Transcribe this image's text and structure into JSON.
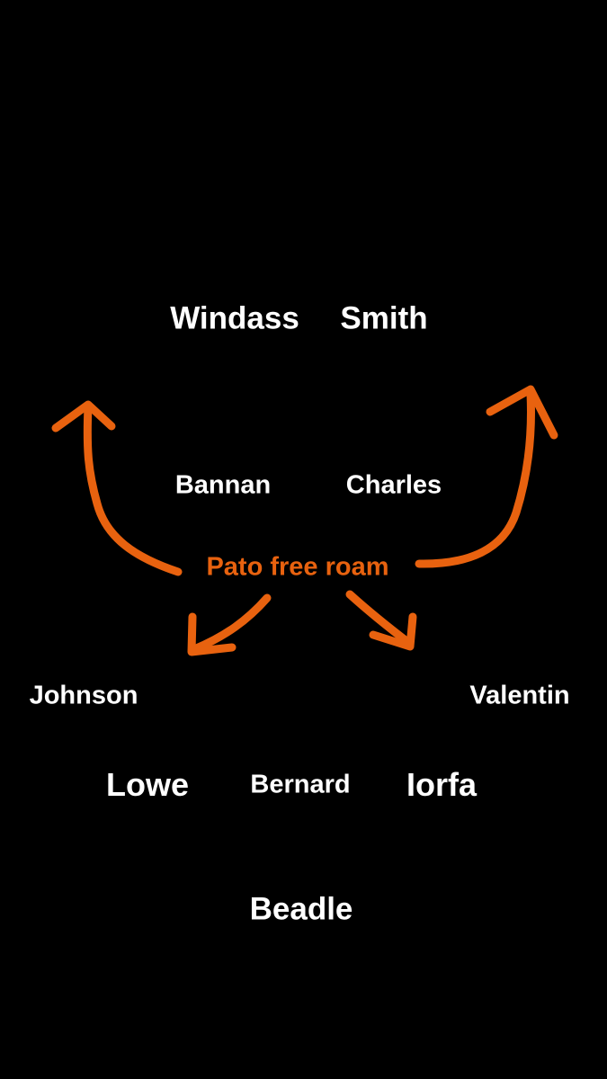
{
  "players": {
    "windass": "Windass",
    "smith": "Smith",
    "bannan": "Bannan",
    "charles": "Charles",
    "johnson": "Johnson",
    "valentin": "Valentin",
    "lowe": "Lowe",
    "bernard": "Bernard",
    "iorfa": "Iorfa",
    "beadle": "Beadle"
  },
  "annotation": {
    "label": "Pato free roam"
  },
  "colors": {
    "background": "#000000",
    "text": "#ffffff",
    "accent": "#e8620f"
  }
}
